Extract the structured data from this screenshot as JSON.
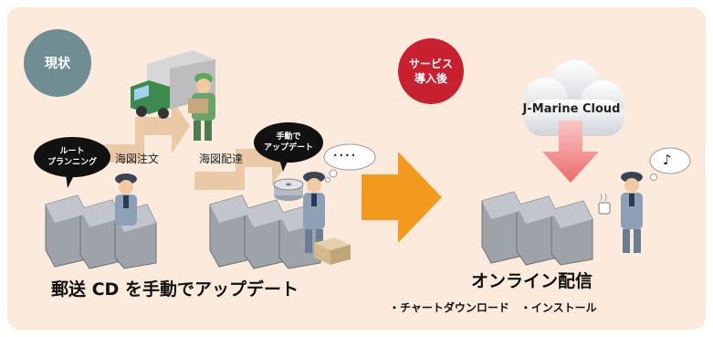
{
  "before": {
    "status_badge": "現状",
    "bubble_route": [
      "ルート",
      "プランニング"
    ],
    "step1_label": "海図注文",
    "step2_label": "海図配達",
    "bubble_manual": [
      "手動で",
      "アップデート"
    ],
    "thought_dots": "····",
    "caption": "郵送 CD を手動でアップデート"
  },
  "after": {
    "status_badge": [
      "サービス",
      "導入後"
    ],
    "cloud_label": "J-Marine Cloud",
    "note_icon": "♪",
    "caption": "オンライン配信",
    "features": "・チャートダウンロード　・インストール"
  },
  "colors": {
    "panel_bg": "#fcebdc",
    "badge_before": "#6f8d93",
    "badge_after": "#c8202f",
    "arrow_orange": "#f39a1e",
    "cloud_arrow": "#f07b7b",
    "bubble_dark": "#111111"
  },
  "icons": [
    "truck-icon",
    "console-icon",
    "sailor-icon",
    "cd-stack-icon",
    "box-icon",
    "cloud-icon",
    "cup-icon",
    "music-note-icon"
  ]
}
